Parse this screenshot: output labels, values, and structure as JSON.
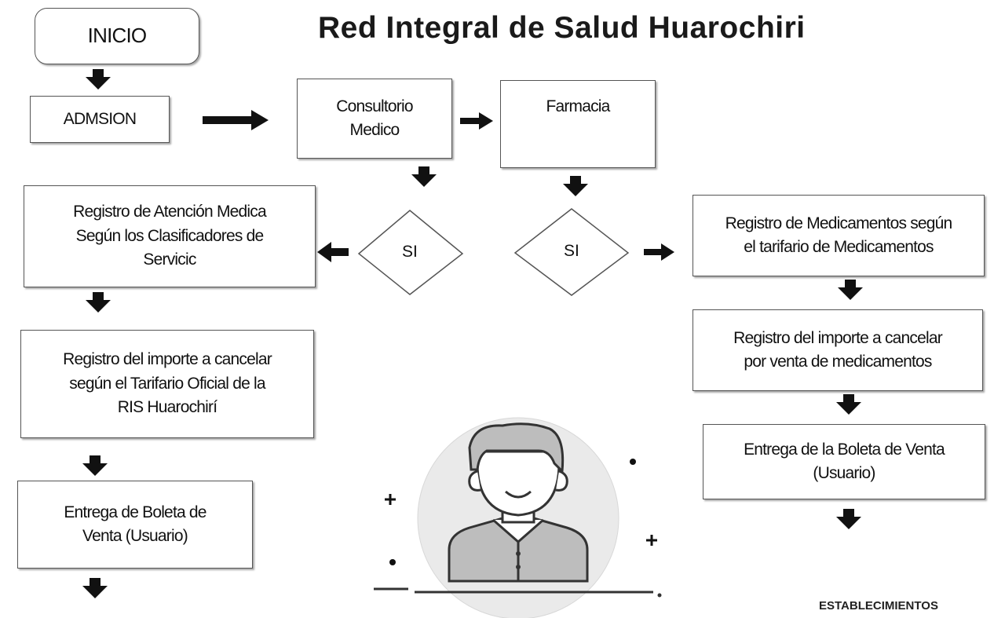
{
  "title": "Red Integral de Salud Huarochiri",
  "nodes": {
    "inicio": "INICIO",
    "admision": "ADMSION",
    "consultorio": "Consultorio\nMedico",
    "farmacia": "Farmacia",
    "decision_left": "SI",
    "decision_right": "SI",
    "left_1": "Registro de Atención Medica\nSegún los Clasificadores de\nServicic",
    "left_2": "Registro del importe a cancelar\nsegún el Tarifario Oficial de la\nRIS Huarochirí",
    "left_3": "Entrega de Boleta de\nVenta (Usuario)",
    "right_1": "Registro de Medicamentos según\nel tarifario de Medicamentos",
    "right_2": "Registro del importe a cancelar\npor venta de medicamentos",
    "right_3": "Entrega de la Boleta de Venta\n(Usuario)"
  },
  "footer": "ESTABLECIMIENTOS",
  "colors": {
    "arrow": "#111111",
    "border": "#555555",
    "illustration": "#333333"
  }
}
